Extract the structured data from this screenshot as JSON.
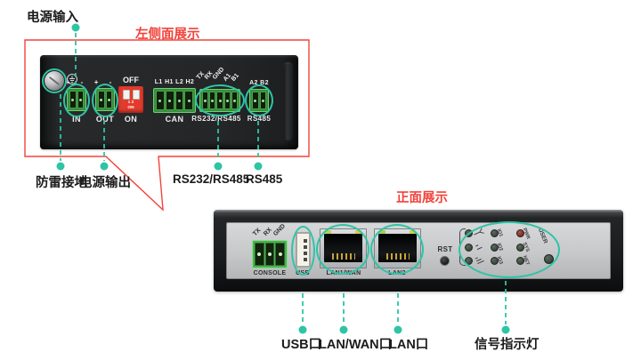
{
  "colors": {
    "teal": "#2ec4a5",
    "red": "#f2433b"
  },
  "callouts": {
    "power_input": "电源输入",
    "left_view_title": "左侧面展示",
    "front_view_title": "正面展示",
    "lightning_ground": "防雷接地",
    "power_output": "电源输出",
    "rs232_rs485": "RS232/RS485",
    "rs485": "RS485",
    "usb_port": "USB口",
    "lan_wan_port": "LAN/WAN口",
    "lan_port": "LAN口",
    "signal_leds": "信号指示灯"
  },
  "left_panel": {
    "in": {
      "pins": "+ -",
      "label": "IN"
    },
    "out": {
      "pins": "+ -",
      "label": "OUT"
    },
    "dip": {
      "off": "OFF",
      "on": "ON",
      "chip_numbers": "1 2",
      "chip_on": "ON"
    },
    "can": {
      "pins": "L1 H1 L2 H2",
      "label": "CAN"
    },
    "rs232": {
      "pins": [
        "TX",
        "RX",
        "GND",
        "A1",
        "B1"
      ],
      "label": "RS232/RS485"
    },
    "rs485": {
      "pins": "A2 B2",
      "label": "RS485"
    }
  },
  "front_panel": {
    "console": {
      "pins": [
        "TX",
        "RX",
        "GND"
      ],
      "label": "CONSOLE"
    },
    "usb_label": "USB",
    "lan1_label": "LAN1/WAN",
    "lan2_label": "LAN2",
    "rst_label": "RST",
    "leds": {
      "io": [
        "IO1",
        "IO2",
        "IO3"
      ],
      "status": [
        "PWR",
        "SYS",
        "NET"
      ],
      "user": "USER"
    }
  }
}
